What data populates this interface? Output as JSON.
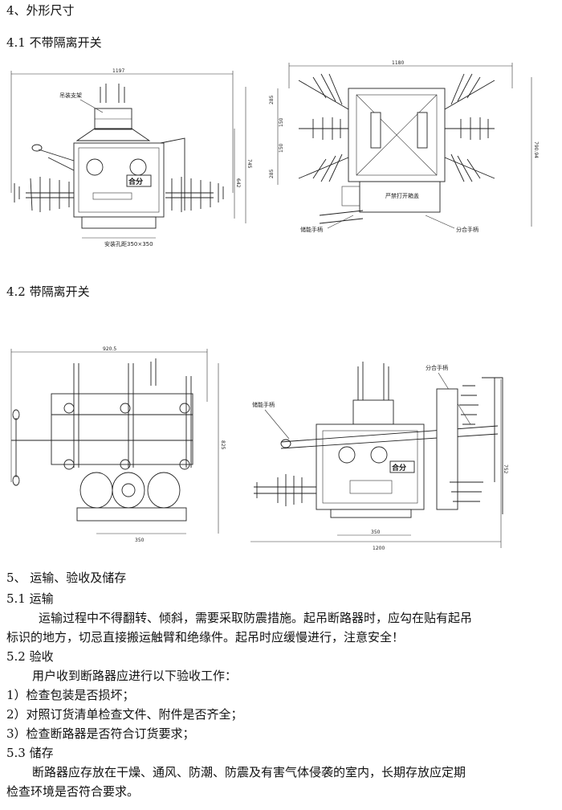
{
  "section4": {
    "heading": "4、外形尺寸",
    "sub1": "4.1 不带隔离开关",
    "sub2": "4.2 带隔离开关"
  },
  "figure1": {
    "front": {
      "width_dim": "1197",
      "height_dim": "745",
      "height_dim2": "642",
      "label_lift": "吊装支架",
      "label_mount": "安装孔距350×350",
      "panel_text": "合分"
    },
    "side": {
      "width_dim": "1180",
      "height_dim": "790.94",
      "dim_a": "285",
      "dim_b": "150",
      "dim_c": "150",
      "dim_d": "285",
      "panel_warning": "严禁打开箱盖",
      "label_store": "储能手柄",
      "label_open_close": "分合手柄"
    }
  },
  "figure2": {
    "front": {
      "width_dim": "920.5",
      "height_dim": "825",
      "bottom_dim": "350"
    },
    "side": {
      "label_open_close": "分合手柄",
      "label_store": "储能手柄",
      "height_dim": "752",
      "bottom_dim": "350",
      "total_dim": "1200",
      "panel_text": "合分"
    }
  },
  "section5": {
    "heading": "5、  运输、验收及储存",
    "s51_title": "5.1 运输",
    "s51_line1": "运输过程中不得翻转、倾斜，需要采取防震措施。起吊断路器时，应勾在贴有起吊",
    "s51_line2": "标识的地方，切忌直接搬运触臂和绝缘件。起吊时应缓慢进行，注意安全！",
    "s52_title": "5.2 验收",
    "s52_intro": "用户收到断路器应进行以下验收工作：",
    "s52_items": [
      "1）检查包装是否损坏；",
      "2）对照订货清单检查文件、附件是否齐全；",
      "3）检查断路器是否符合订货要求；"
    ],
    "s53_title": "5.3 储存",
    "s53_line1": "断路器应存放在干燥、通风、防潮、防震及有害气体侵袭的室内，长期存放应定期",
    "s53_line2": "检查环境是否符合要求。"
  }
}
